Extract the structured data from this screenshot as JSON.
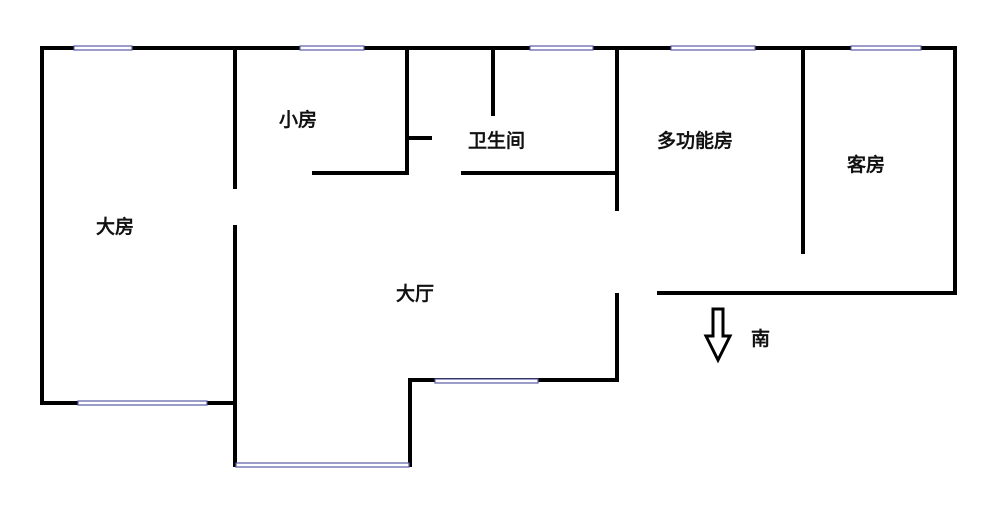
{
  "rooms": {
    "master_bedroom": "大房",
    "small_bedroom": "小房",
    "bathroom": "卫生间",
    "multipurpose_room": "多功能房",
    "guest_room": "客房",
    "living_room": "大厅"
  },
  "compass": {
    "direction_label": "南",
    "icon": "arrow-down-icon"
  },
  "colors": {
    "wall": "#000000",
    "window": "#5a5aa8"
  }
}
